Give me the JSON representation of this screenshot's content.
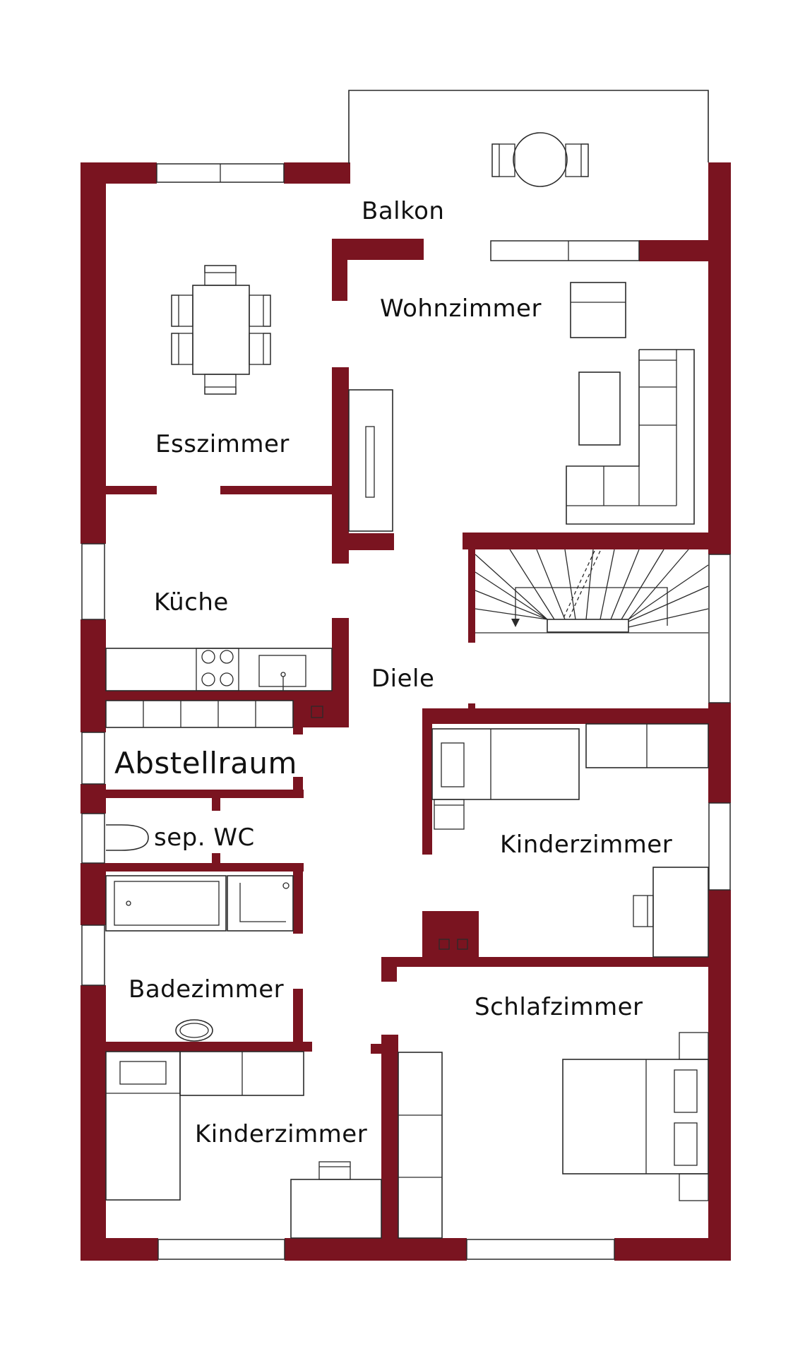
{
  "colors": {
    "wall": "#7a1420",
    "furniture_line": "#2a2a2a",
    "background": "#ffffff"
  },
  "rooms": {
    "balkon": "Balkon",
    "wohnzimmer": "Wohnzimmer",
    "esszimmer": "Esszimmer",
    "kueche": "Küche",
    "diele": "Diele",
    "abstellraum": "Abstellraum",
    "sep_wc": "sep. WC",
    "kinderzimmer_rechts": "Kinderzimmer",
    "badezimmer": "Badezimmer",
    "schlafzimmer": "Schlafzimmer",
    "kinderzimmer_links": "Kinderzimmer"
  }
}
